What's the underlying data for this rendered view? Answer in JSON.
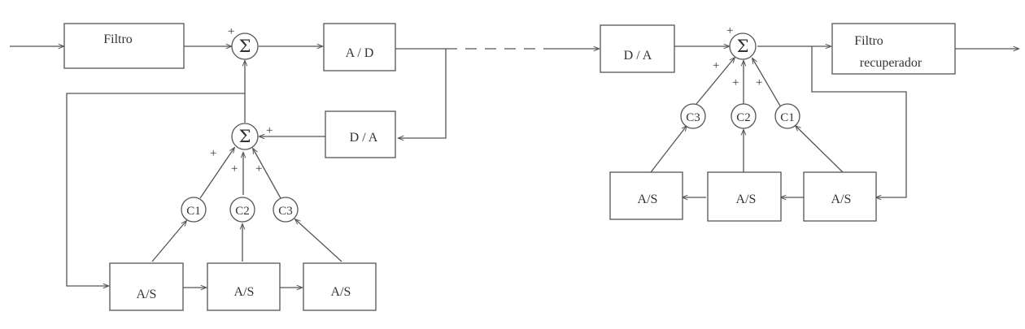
{
  "diagram": {
    "transmitter": {
      "filter_label": "Filtro",
      "adc_label": "A / D",
      "dac_label": "D / A",
      "sum_symbol": "Σ",
      "plus_sign": "+",
      "coeffs": [
        "C1",
        "C2",
        "C3"
      ],
      "sample_hold_label": "A/S"
    },
    "receiver": {
      "dac_label": "D / A",
      "sum_symbol": "Σ",
      "plus_sign": "+",
      "coeffs": [
        "C3",
        "C2",
        "C1"
      ],
      "sample_hold_label": "A/S",
      "recovery_filter_label": [
        "Filtro",
        "recuperador"
      ]
    }
  }
}
